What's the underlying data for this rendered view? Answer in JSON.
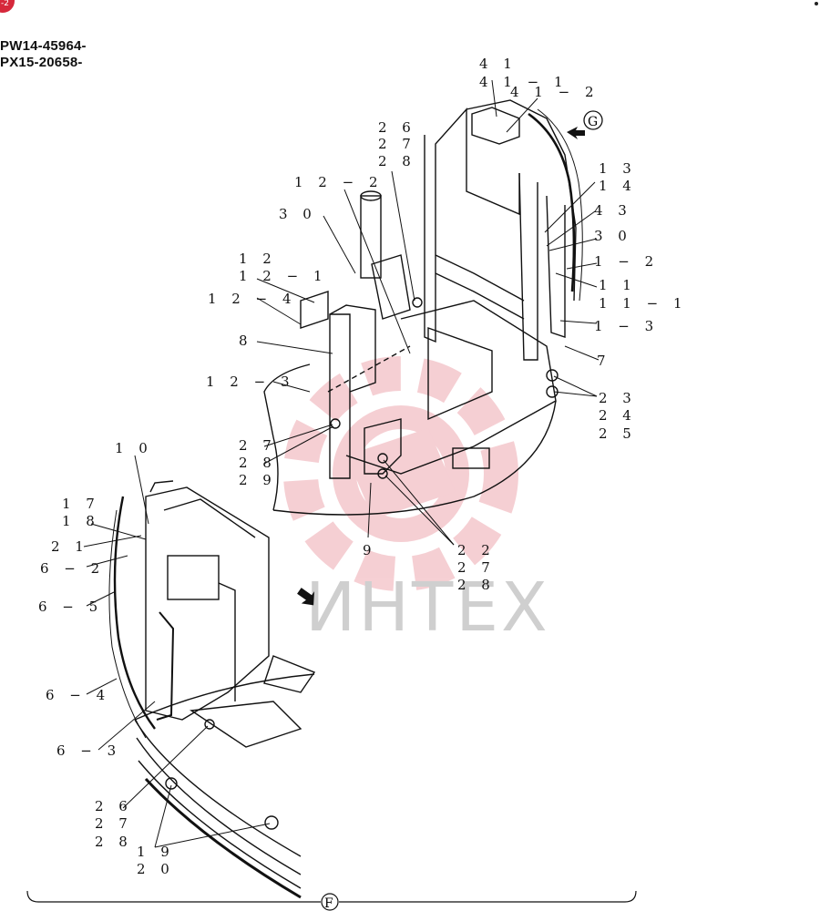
{
  "header": {
    "serials": [
      "PW14-45964-",
      "PX15-20658-"
    ],
    "badge_text": "-2"
  },
  "watermark": {
    "text": "ИНТЕХ",
    "color": "#d6283b"
  },
  "view_marks": {
    "g": "G",
    "f": "F"
  },
  "callouts": {
    "l41": "4 1",
    "l41_1": "4 1 − 1",
    "l41_2": "4 1 − 2",
    "l26a": "2 6",
    "l27a": "2 7",
    "l28a": "2 8",
    "l12_2": "1 2 − 2",
    "l30a": "3 0",
    "l12": "1 2",
    "l12_1": "1 2 − 1",
    "l12_4": "1 2 − 4",
    "l8": "8",
    "l12_3": "1 2 − 3",
    "l27b": "2 7",
    "l28b": "2 8",
    "l29": "2 9",
    "l13": "1 3",
    "l14": "1 4",
    "l43": "4 3",
    "l30b": "3 0",
    "l1_2": "1 − 2",
    "l11": "1 1",
    "l11_1": "1 1 − 1",
    "l1_3": "1 − 3",
    "l7": "7",
    "l23": "2 3",
    "l24": "2 4",
    "l25": "2 5",
    "l9": "9",
    "l22": "2 2",
    "l27c": "2 7",
    "l28c": "2 8",
    "l10": "1 0",
    "l17": "1 7",
    "l18": "1 8",
    "l21": "2 1",
    "l6_2": "6 − 2",
    "l6_5": "6 − 5",
    "l6_4": "6 − 4",
    "l6_3": "6 − 3",
    "l26b": "2 6",
    "l27d": "2 7",
    "l28d": "2 8",
    "l19": "1 9",
    "l20": "2 0"
  }
}
